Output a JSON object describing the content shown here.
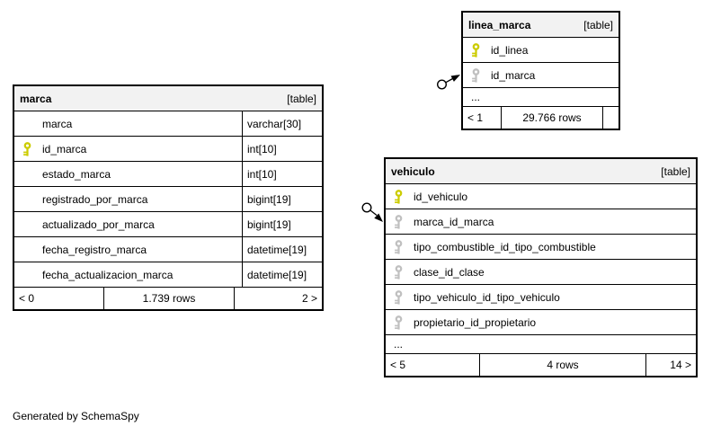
{
  "note": "Generated by SchemaSpy",
  "colors": {
    "primary_key": "#cccc00",
    "foreign_key": "#c0c0c0",
    "header_bg": "#f2f2f2",
    "border": "#000000"
  },
  "tables": [
    {
      "name": "marca",
      "badge": "[table]",
      "columns": [
        {
          "name": "marca",
          "type": "varchar[30]",
          "key": "none"
        },
        {
          "name": "id_marca",
          "type": "int[10]",
          "key": "primary"
        },
        {
          "name": "estado_marca",
          "type": "int[10]",
          "key": "none"
        },
        {
          "name": "registrado_por_marca",
          "type": "bigint[19]",
          "key": "none"
        },
        {
          "name": "actualizado_por_marca",
          "type": "bigint[19]",
          "key": "none"
        },
        {
          "name": "fecha_registro_marca",
          "type": "datetime[19]",
          "key": "none"
        },
        {
          "name": "fecha_actualizacion_marca",
          "type": "datetime[19]",
          "key": "none"
        }
      ],
      "footer": {
        "left": "< 0",
        "center": "1.739 rows",
        "right": "2 >"
      }
    },
    {
      "name": "linea_marca",
      "badge": "[table]",
      "columns": [
        {
          "name": "id_linea",
          "key": "primary"
        },
        {
          "name": "id_marca",
          "key": "foreign"
        }
      ],
      "ellipsis": "...",
      "footer": {
        "left": "< 1",
        "center": "29.766 rows",
        "right": ""
      }
    },
    {
      "name": "vehiculo",
      "badge": "[table]",
      "columns": [
        {
          "name": "id_vehiculo",
          "key": "primary"
        },
        {
          "name": "marca_id_marca",
          "key": "foreign"
        },
        {
          "name": "tipo_combustible_id_tipo_combustible",
          "key": "foreign"
        },
        {
          "name": "clase_id_clase",
          "key": "foreign"
        },
        {
          "name": "tipo_vehiculo_id_tipo_vehiculo",
          "key": "foreign"
        },
        {
          "name": "propietario_id_propietario",
          "key": "foreign"
        }
      ],
      "ellipsis": "...",
      "footer": {
        "left": "< 5",
        "center": "4 rows",
        "right": "14 >"
      }
    }
  ]
}
